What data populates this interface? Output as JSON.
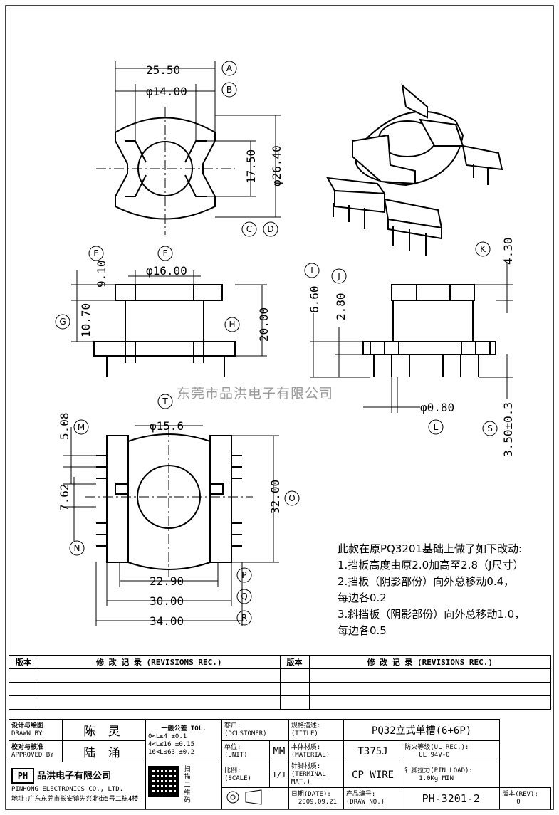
{
  "dims": {
    "a": "25.50",
    "b": "φ14.00",
    "c1": "17.50",
    "c2": "φ26.40",
    "e": "9.10",
    "f": "φ16.00",
    "g": "10.70",
    "h": "20.00",
    "i": "6.60",
    "j": "2.80",
    "k": "4.30",
    "l": "φ0.80",
    "s": "3.50±0.3",
    "t": "φ15.6",
    "m": "5.08",
    "n": "7.62",
    "o": "32.00",
    "p": "22.90",
    "q": "30.00",
    "r": "34.00"
  },
  "labels": [
    "A",
    "B",
    "C",
    "D",
    "E",
    "F",
    "G",
    "H",
    "I",
    "J",
    "K",
    "L",
    "M",
    "N",
    "O",
    "P",
    "Q",
    "R",
    "S",
    "T"
  ],
  "notes": [
    "此款在原PQ3201基础上做了如下改动:",
    "1.挡板高度由原2.0加高至2.8（J尺寸）",
    "2.挡板（阴影部份）向外总移动0.4，",
    "每边各0.2",
    "3.斜挡板（阴影部份）向外总移动1.0，",
    "每边各0.5"
  ],
  "watermark": "东莞市品洪电子有限公司",
  "revisions": {
    "ver_label": "版本",
    "rec_label": "修 改 记 录 (REVISIONS REC.)"
  },
  "title_block": {
    "designer_label": "设计与绘图",
    "designer_label_en": "DRAWN BY",
    "designer": "陈 灵",
    "checker_label": "校对与核准",
    "checker_label_en": "APPROVED BY",
    "checker": "陆 涌",
    "tol_title": "一般公差 TOL.",
    "tol_rows": [
      "0<L≤4   ±0.1",
      "4<L≤16  ±0.15",
      "16<L≤63 ±0.2"
    ],
    "customer_label": "客户:",
    "customer_label_en": "(DCUSTOMER)",
    "spec_label": "规格描述:",
    "spec_label_en": "(TITLE)",
    "spec": "PQ32立式单槽(6+6P)",
    "unit_label": "单位:",
    "unit_label_en": "(UNIT)",
    "unit": "MM",
    "material_label": "本体材质:",
    "material_label_en": "(MATERIAL)",
    "material": "T375J",
    "fire_label": "防火等级(UL REC.):",
    "fire": "UL 94V-0",
    "company": "品洪电子有限公司",
    "company_en": "PINHONG ELECTRONICS CO., LTD.",
    "logo": "PH",
    "address": "地址:广东东莞市长安镇先兴北街5号二栋4楼",
    "qr_side": "扫描二维码",
    "scale_label": "比例:",
    "scale_label_en": "(SCALE)",
    "scale": "1/1",
    "pin_label": "针脚材质:",
    "pin_label_en": "(TERMINAL MAT.)",
    "pin": "CP WIRE",
    "pinload_label": "针脚拉力(PIN LOAD):",
    "pinload": "1.0Kg MIN",
    "date_label": "日期(DATE):",
    "date": "2009.09.21",
    "drawno_label": "产品编号:",
    "drawno_label_en": "(DRAW NO.)",
    "drawno": "PH-3201-2",
    "rev_label": "版本(REV):",
    "rev": "0"
  }
}
